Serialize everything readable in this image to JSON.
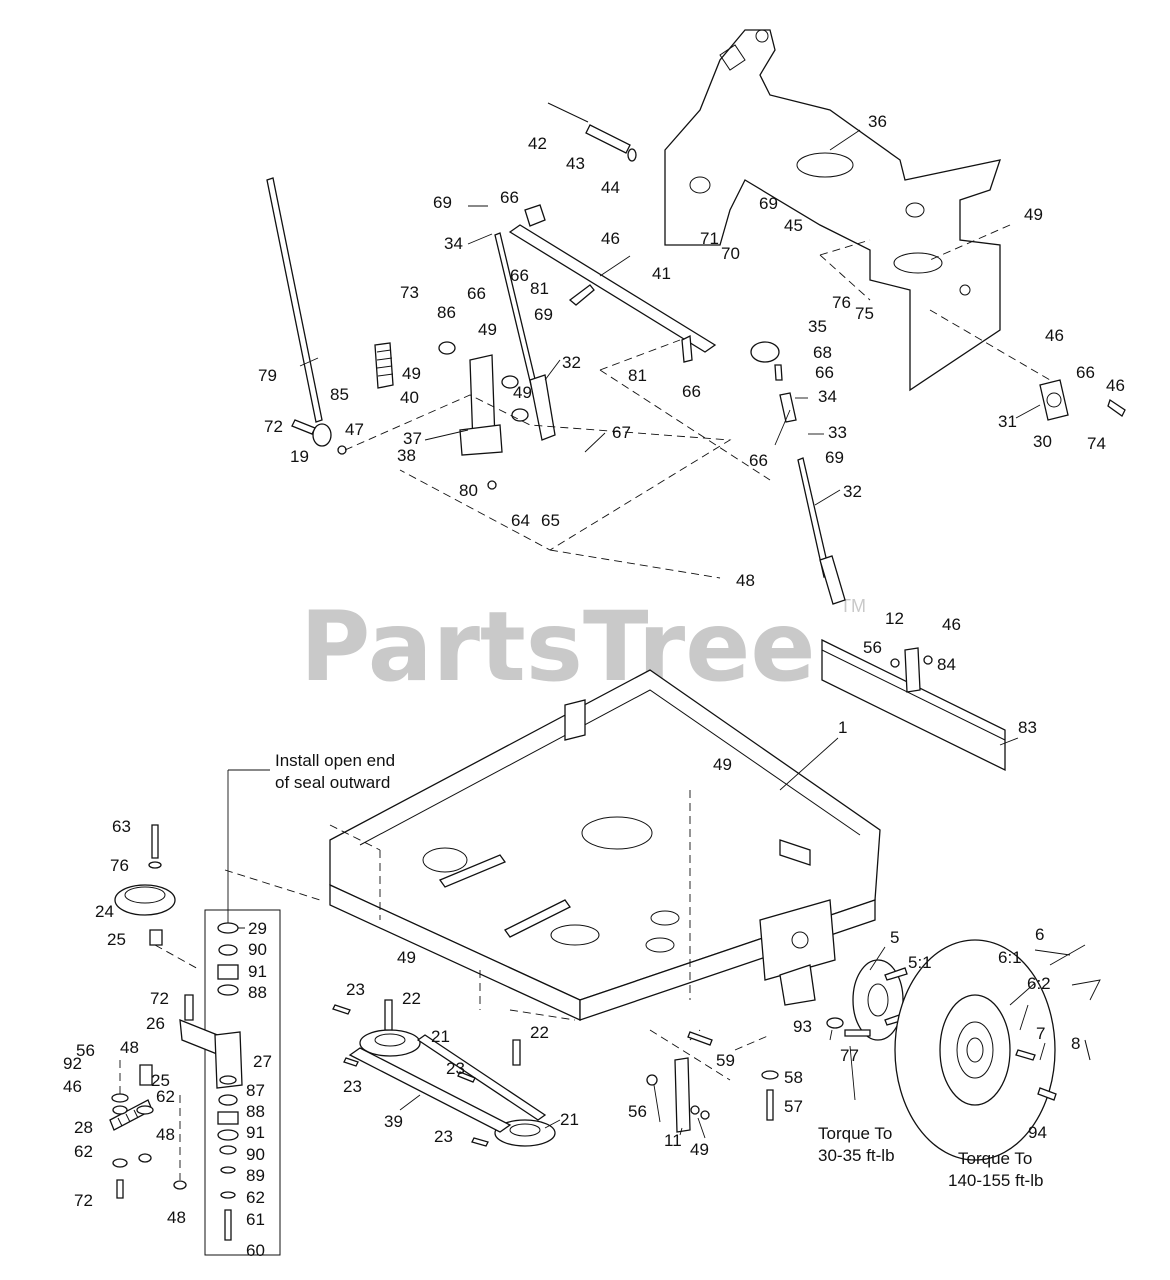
{
  "watermark": {
    "text": "PartsTree",
    "trademark": "TM"
  },
  "notes": {
    "seal_line1": "Install open end",
    "seal_line2": "of seal outward",
    "hub_torque_line1": "Torque To",
    "hub_torque_line2": "30-35 ft-lb",
    "wheel_torque_line1": "Torque To",
    "wheel_torque_line2": "140-155 ft-lb"
  },
  "callouts": [
    "42",
    "43",
    "44",
    "36",
    "69",
    "66",
    "34",
    "46",
    "71",
    "69",
    "70",
    "45",
    "49",
    "66",
    "81",
    "66",
    "69",
    "41",
    "73",
    "86",
    "49",
    "32",
    "35",
    "68",
    "66",
    "76",
    "75",
    "46",
    "79",
    "49",
    "40",
    "85",
    "49",
    "72",
    "19",
    "47",
    "37",
    "38",
    "67",
    "81",
    "66",
    "34",
    "80",
    "64",
    "65",
    "66",
    "33",
    "69",
    "31",
    "30",
    "66",
    "46",
    "74",
    "32",
    "48",
    "12",
    "46",
    "56",
    "84",
    "83",
    "1",
    "49",
    "63",
    "76",
    "24",
    "25",
    "29",
    "90",
    "91",
    "88",
    "72",
    "26",
    "56",
    "48",
    "27",
    "92",
    "46",
    "25",
    "87",
    "88",
    "91",
    "90",
    "89",
    "62",
    "28",
    "48",
    "62",
    "62",
    "72",
    "61",
    "48",
    "60",
    "23",
    "22",
    "21",
    "23",
    "23",
    "22",
    "39",
    "21",
    "23",
    "49",
    "59",
    "58",
    "57",
    "56",
    "11",
    "49",
    "5",
    "5:1",
    "93",
    "77",
    "6",
    "6:1",
    "6:2",
    "7",
    "8",
    "94"
  ]
}
